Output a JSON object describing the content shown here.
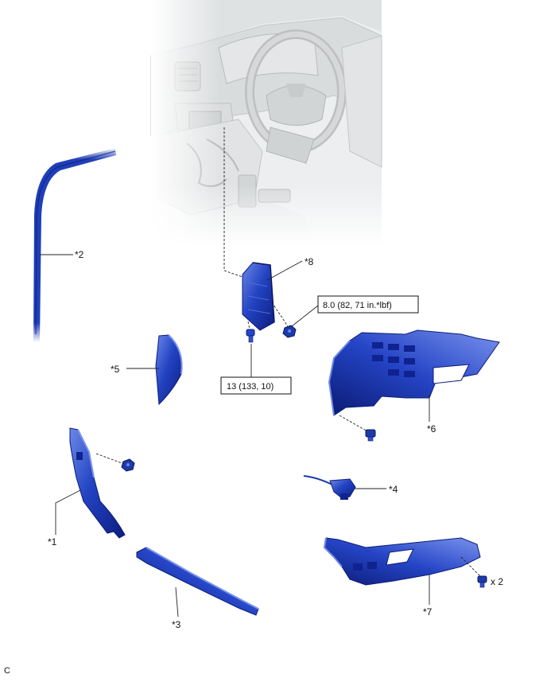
{
  "diagram": {
    "parts": [
      {
        "id": "p1",
        "label": "*1"
      },
      {
        "id": "p2",
        "label": "*2"
      },
      {
        "id": "p3",
        "label": "*3"
      },
      {
        "id": "p4",
        "label": "*4"
      },
      {
        "id": "p5",
        "label": "*5"
      },
      {
        "id": "p6",
        "label": "*6"
      },
      {
        "id": "p7",
        "label": "*7"
      },
      {
        "id": "p8",
        "label": "*8"
      }
    ],
    "torque_specs": [
      {
        "id": "t1",
        "value": "8.0 (82, 71 in.*lbf)"
      },
      {
        "id": "t2",
        "value": "13 (133, 10)"
      }
    ],
    "fastener_qty": "x 2",
    "corner_code": "C",
    "colors": {
      "part_blue": "#1f3fb8",
      "part_dark": "#0c1c78",
      "part_light": "#5f7ee0",
      "interior_gray": "#e9ebec"
    }
  }
}
